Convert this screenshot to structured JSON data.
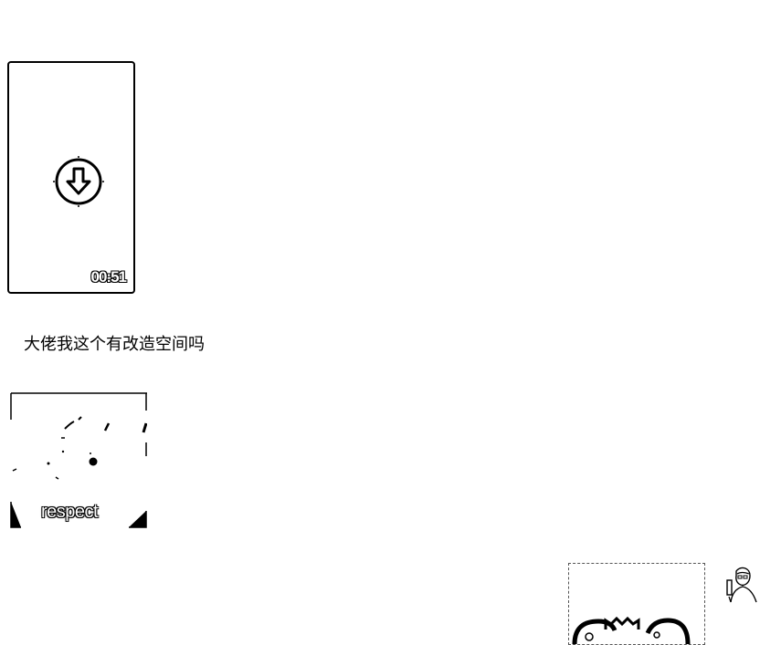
{
  "video_message": {
    "duration": "00:51",
    "icon": "download-icon"
  },
  "text_message": {
    "content": "大佬我这个有改造空间吗"
  },
  "sticker_message": {
    "caption": "respect"
  },
  "reply_message": {
    "icon": "image-thumbnail"
  },
  "avatar": {
    "icon": "user-avatar-icon"
  }
}
